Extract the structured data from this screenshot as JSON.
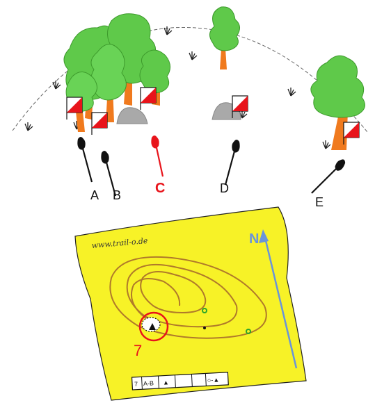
{
  "labels": {
    "a": "A",
    "b": "B",
    "c": "C",
    "d": "D",
    "e": "E"
  },
  "map": {
    "url": "www.trail-o.de",
    "north_label": "N",
    "control_number": "7",
    "description_cells": [
      "7",
      "A-B",
      "▲",
      "",
      "○-▲"
    ]
  },
  "colors": {
    "tree_foliage": "#5fc94a",
    "tree_trunk": "#f07a1e",
    "map_yellow": "#f7f227",
    "contour": "#b07a2a",
    "highlight_red": "#e8141b",
    "north_arrow": "#6a94d9",
    "rock": "#a9a9a9"
  },
  "icons": {
    "marker": "orienteering-flag-icon",
    "pointer": "hand-pointer-icon"
  }
}
